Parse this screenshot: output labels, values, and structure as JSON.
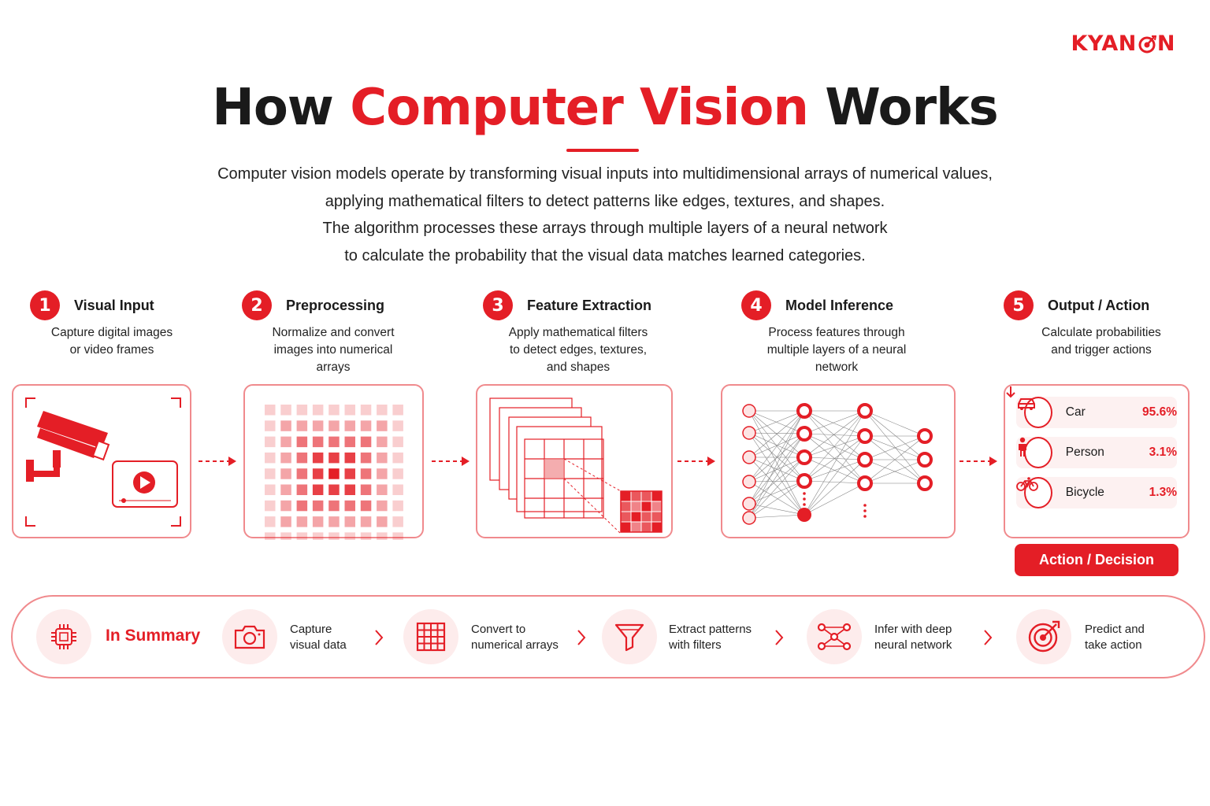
{
  "brand": {
    "logo_text_1": "KYAN",
    "logo_text_2": "N",
    "accent_color": "#e41e26",
    "light_accent": "#f08a8d"
  },
  "header": {
    "title_part_1": "How",
    "title_part_2": "Computer Vision",
    "title_part_3": "Works",
    "intro_lines": [
      "Computer vision models operate by transforming visual inputs into multidimensional arrays of numerical values,",
      "applying mathematical filters to detect patterns like edges, textures, and shapes.",
      "The algorithm processes these arrays through multiple layers of a neural network",
      "to calculate the probability that the visual data matches learned categories."
    ]
  },
  "steps": [
    {
      "number": "1",
      "title": "Visual Input",
      "desc": [
        "Capture digital images",
        "or video frames"
      ],
      "icon": "camera-and-video-illustration"
    },
    {
      "number": "2",
      "title": "Preprocessing",
      "desc": [
        "Normalize and convert",
        "images into numerical",
        "arrays"
      ],
      "icon": "pixel-grid-illustration"
    },
    {
      "number": "3",
      "title": "Feature Extraction",
      "desc": [
        "Apply mathematical filters",
        "to detect edges, textures,",
        "and shapes"
      ],
      "icon": "filter-stack-illustration"
    },
    {
      "number": "4",
      "title": "Model Inference",
      "desc": [
        "Process features through",
        "multiple layers of a neural",
        "network"
      ],
      "icon": "neural-network-illustration"
    },
    {
      "number": "5",
      "title": "Output / Action",
      "desc": [
        "Calculate probabilities",
        "and trigger actions"
      ],
      "icon": "probability-list"
    }
  ],
  "outputs": [
    {
      "label": "Car",
      "value": "95.6%",
      "icon": "car-icon"
    },
    {
      "label": "Person",
      "value": "3.1%",
      "icon": "person-icon"
    },
    {
      "label": "Bicycle",
      "value": "1.3%",
      "icon": "bicycle-icon"
    }
  ],
  "action_button": "Action / Decision",
  "summary": {
    "title": "In Summary",
    "items": [
      {
        "lines": [
          "Capture",
          "visual data"
        ],
        "icon": "camera-icon"
      },
      {
        "lines": [
          "Convert to",
          "numerical arrays"
        ],
        "icon": "grid-icon"
      },
      {
        "lines": [
          "Extract patterns",
          "with filters"
        ],
        "icon": "funnel-icon"
      },
      {
        "lines": [
          "Infer with deep",
          "neural network"
        ],
        "icon": "network-icon"
      },
      {
        "lines": [
          "Predict and",
          "take action"
        ],
        "icon": "target-icon"
      }
    ]
  }
}
